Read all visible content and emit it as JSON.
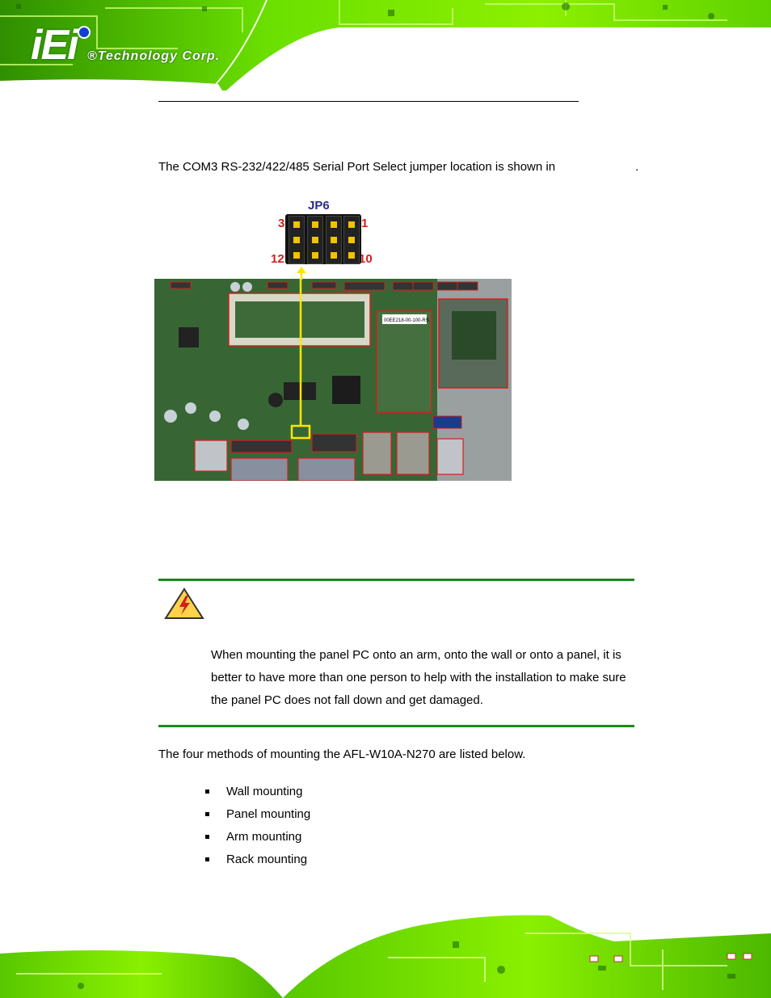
{
  "header": {
    "logo_mark": "iEi",
    "logo_text": "®Technology Corp."
  },
  "intro_text": "The COM3 RS-232/422/485 Serial Port Select jumper location is shown in",
  "intro_end": ".",
  "diagram": {
    "jumper_label": "JP6",
    "pin_3": "3",
    "pin_1": "1",
    "pin_12": "12",
    "pin_10": "10",
    "board_silkscreen": "00EE218-00-100-RS"
  },
  "warning": {
    "text": "When mounting the panel PC onto an arm, onto the wall or onto a panel, it is better to have more than one person to help with the installation to make sure the panel PC does not fall down and get damaged."
  },
  "methods_intro": "The four methods of mounting the AFL-W10A-N270 are listed below.",
  "methods": [
    "Wall mounting",
    "Panel mounting",
    "Arm mounting",
    "Rack mounting"
  ],
  "colors": {
    "banner_green": "#5ad000",
    "rule_green": "#1a8a1a",
    "jumper_pin": "#f2c200",
    "pin_number": "#d02020",
    "highlight_yellow": "#ffe600"
  }
}
